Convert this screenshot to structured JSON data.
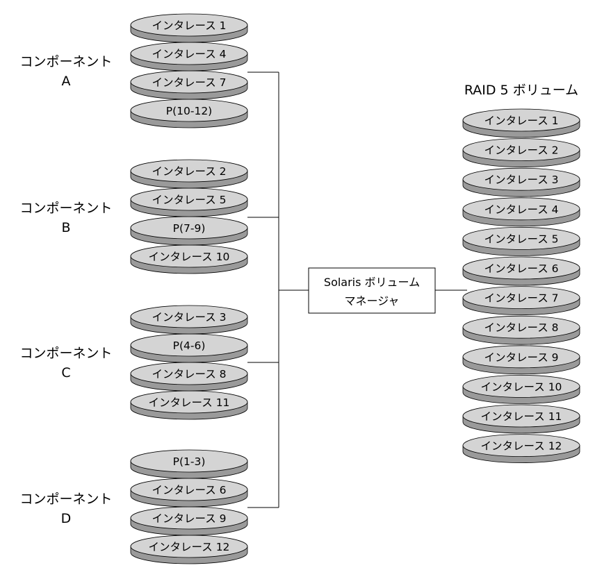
{
  "components": [
    {
      "label_line1": "コンポーネント",
      "label_line2": "A",
      "disks": [
        "インタレース 1",
        "インタレース 4",
        "インタレース 7",
        "P(10-12)"
      ]
    },
    {
      "label_line1": "コンポーネント",
      "label_line2": "B",
      "disks": [
        "インタレース 2",
        "インタレース 5",
        "P(7-9)",
        "インタレース 10"
      ]
    },
    {
      "label_line1": "コンポーネント",
      "label_line2": "C",
      "disks": [
        "インタレース 3",
        "P(4-6)",
        "インタレース 8",
        "インタレース 11"
      ]
    },
    {
      "label_line1": "コンポーネント",
      "label_line2": "D",
      "disks": [
        "P(1-3)",
        "インタレース 6",
        "インタレース 9",
        "インタレース 12"
      ]
    }
  ],
  "manager": {
    "line1": "Solaris ボリューム",
    "line2": "マネージャ"
  },
  "volume": {
    "title": "RAID 5 ボリューム",
    "disks": [
      "インタレース 1",
      "インタレース 2",
      "インタレース 3",
      "インタレース 4",
      "インタレース 5",
      "インタレース 6",
      "インタレース 7",
      "インタレース 8",
      "インタレース 9",
      "インタレース 10",
      "インタレース 11",
      "インタレース 12"
    ]
  },
  "colors": {
    "disk_top": "#d4d4d4",
    "disk_side": "#9a9a9a",
    "line": "#000000"
  }
}
